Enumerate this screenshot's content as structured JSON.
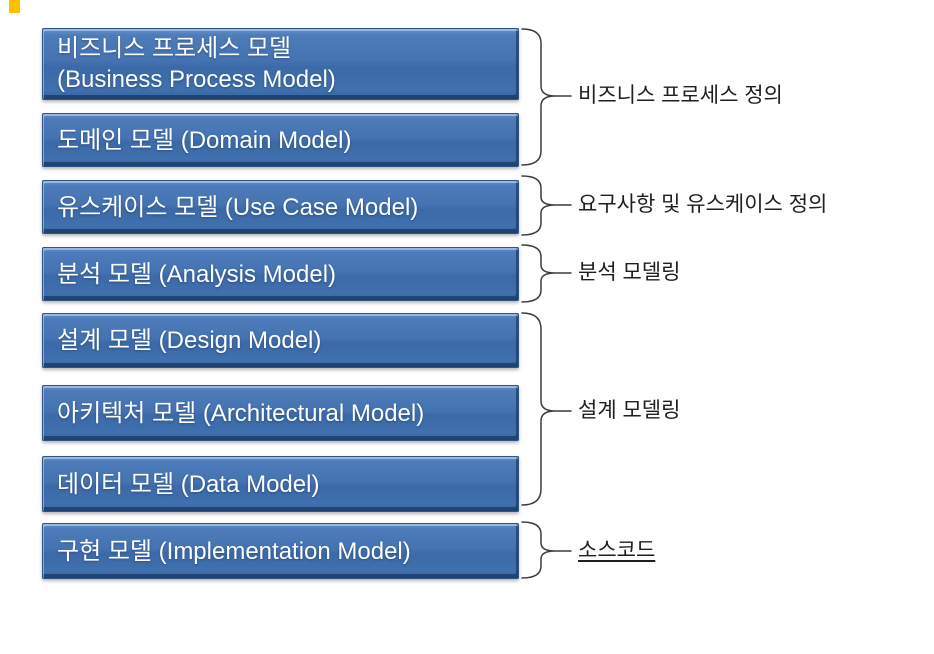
{
  "canvas": {
    "background": "#ffffff"
  },
  "colors": {
    "box_blue": "#3f6fae",
    "box_blue_light": "#6b96cf",
    "box_blue_dark": "#1e3f6b",
    "box_text": "#ffffff",
    "label_text": "#1f1f1f",
    "brace_stroke": "#3c3c3c",
    "marker_yellow": "#ffc000"
  },
  "boxes": [
    {
      "name": "business-process-model",
      "lines": [
        "비즈니스 프로세스 모델",
        "(Business Process Model)"
      ]
    },
    {
      "name": "domain-model",
      "lines": [
        "도메인 모델 (Domain Model)"
      ]
    },
    {
      "name": "use-case-model",
      "lines": [
        "유스케이스 모델 (Use Case Model)"
      ]
    },
    {
      "name": "analysis-model",
      "lines": [
        "분석 모델 (Analysis Model)"
      ]
    },
    {
      "name": "design-model",
      "lines": [
        "설계 모델 (Design Model)"
      ]
    },
    {
      "name": "architectural-model",
      "lines": [
        "아키텍처 모델 (Architectural Model)"
      ]
    },
    {
      "name": "data-model",
      "lines": [
        "데이터 모델 (Data Model)"
      ]
    },
    {
      "name": "implementation-model",
      "lines": [
        "구현 모델 (Implementation Model)"
      ]
    }
  ],
  "groups": [
    {
      "label": "비즈니스 프로세스 정의",
      "spans_boxes": [
        "business-process-model",
        "domain-model"
      ],
      "underlined": false
    },
    {
      "label": "요구사항 및 유스케이스 정의",
      "spans_boxes": [
        "use-case-model"
      ],
      "underlined": false
    },
    {
      "label": "분석 모델링",
      "spans_boxes": [
        "analysis-model"
      ],
      "underlined": false
    },
    {
      "label": "설계 모델링",
      "spans_boxes": [
        "design-model",
        "architectural-model",
        "data-model"
      ],
      "underlined": false
    },
    {
      "label": "소스코드",
      "spans_boxes": [
        "implementation-model"
      ],
      "underlined": true
    }
  ]
}
